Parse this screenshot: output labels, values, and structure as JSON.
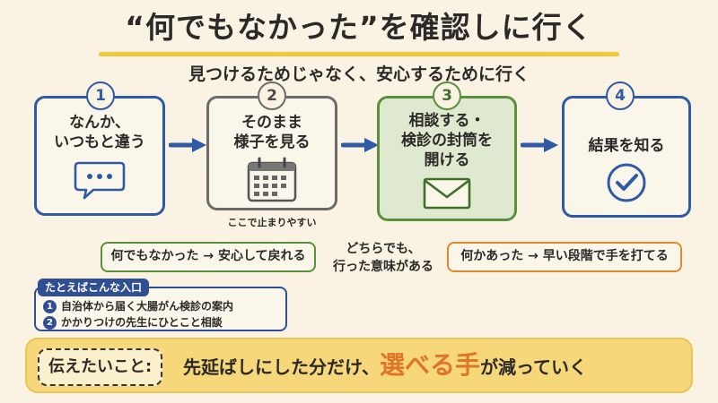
{
  "title": "“何でもなかった”を確認しに行く",
  "subtitle": "見つけるためじゃなく、安心するために行く",
  "steps": [
    {
      "num": "1",
      "label": "なんか、\nいつもと違う",
      "icon": "speech-bubble-icon",
      "color": "#2f5aa6"
    },
    {
      "num": "2",
      "label": "そのまま\n様子を見る",
      "icon": "calendar-icon",
      "color": "#6b6b6b"
    },
    {
      "num": "3",
      "label": "相談する・\n検診の封筒を\n開ける",
      "icon": "envelope-icon",
      "color": "#5a8f3c"
    },
    {
      "num": "4",
      "label": "結果を知る",
      "icon": "check-circle-icon",
      "color": "#2f5aa6"
    }
  ],
  "step2_note": "ここで止まりやすい",
  "outcome_left": "何でもなかった → 安心して戻れる",
  "outcome_middle": "どちらでも、\n行った意味がある",
  "outcome_right": "何かあった → 早い段階で手を打てる",
  "examples": {
    "title": "たとえばこんな入口",
    "items": [
      {
        "num": "1",
        "text": "自治体から届く大腸がん検診の案内"
      },
      {
        "num": "2",
        "text": "かかりつけの先生にひとこと相談"
      }
    ]
  },
  "banner": {
    "tag": "伝えたいこと:",
    "text_before": "先延ばしにした分だけ、",
    "emphasis": "選べる手",
    "text_after": "が減っていく"
  },
  "colors": {
    "blue": "#2f5aa6",
    "gray": "#6b6b6b",
    "green": "#5a8f3c",
    "green_fill": "#dfe9cf",
    "yellow": "#f0c93a",
    "orange": "#e08a2e",
    "background": "#faf3e3"
  }
}
